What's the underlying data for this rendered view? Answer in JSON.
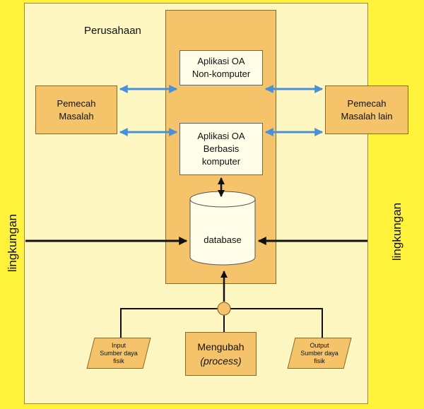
{
  "diagram": {
    "company_label": "Perusahaan",
    "environment_left": "lingkungan",
    "environment_right": "lingkungan",
    "nodes": {
      "oa_non_computer": [
        "Aplikasi OA",
        "Non-komputer"
      ],
      "oa_computer": [
        "Aplikasi OA",
        "Berbasis",
        "komputer"
      ],
      "database": "database",
      "problem_solver": [
        "Pemecah",
        "Masalah"
      ],
      "other_problem_solver": [
        "Pemecah",
        "Masalah lain"
      ],
      "transform_line1": "Mengubah",
      "transform_line2": "(process)",
      "input": [
        "Input",
        "Sumber daya",
        "fisik"
      ],
      "output": [
        "Output",
        "Sumber daya",
        "fisik"
      ]
    },
    "colors": {
      "outer_background": "#fff23a",
      "inner_background": "#fff7c2",
      "box_orange": "#f5c46a",
      "box_white": "#fffde8",
      "connector_blue": "#4a90d9",
      "arrow_black": "#111111"
    }
  }
}
